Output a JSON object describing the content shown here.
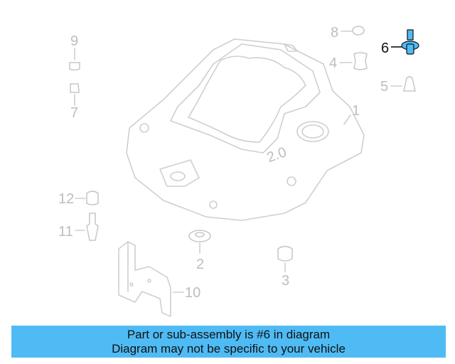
{
  "diagram": {
    "highlight_color": "#4fbbf5",
    "highlighted_callout": "6",
    "callouts": [
      {
        "id": "c1",
        "label": "1"
      },
      {
        "id": "c2",
        "label": "2"
      },
      {
        "id": "c3",
        "label": "3"
      },
      {
        "id": "c4",
        "label": "4"
      },
      {
        "id": "c5",
        "label": "5"
      },
      {
        "id": "c6",
        "label": "6"
      },
      {
        "id": "c7",
        "label": "7"
      },
      {
        "id": "c8",
        "label": "8"
      },
      {
        "id": "c9",
        "label": "9"
      },
      {
        "id": "c10",
        "label": "10"
      },
      {
        "id": "c11",
        "label": "11"
      },
      {
        "id": "c12",
        "label": "12"
      }
    ],
    "cover_badge": "2.0"
  },
  "banner": {
    "line1": "Part or sub-assembly is #6 in diagram",
    "line2": "Diagram may not be specific to your vehicle"
  }
}
